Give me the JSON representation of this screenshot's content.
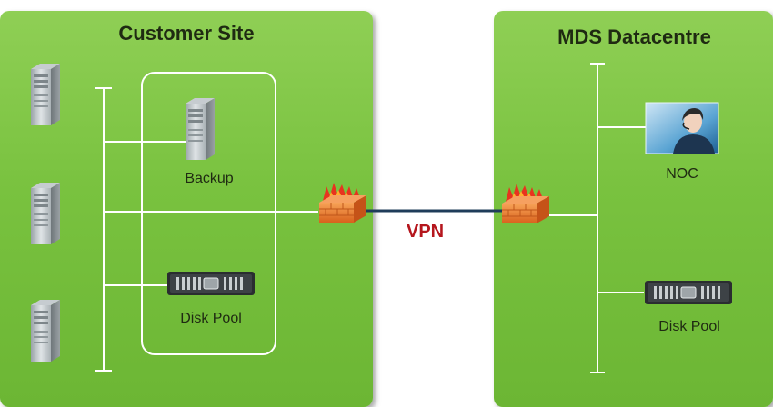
{
  "customer_site": {
    "title": "Customer Site",
    "backup_label": "Backup",
    "disk_pool_label": "Disk Pool"
  },
  "datacentre": {
    "title": "MDS Datacentre",
    "noc_label": "NOC",
    "disk_pool_label": "Disk Pool"
  },
  "link": {
    "label": "VPN"
  },
  "colors": {
    "panel_green": "#79c23f",
    "vpn_red": "#b5161d",
    "link_navy": "#1f3c5a"
  },
  "icons": [
    "server-icon",
    "disk-array-icon",
    "firewall-icon",
    "operator-icon"
  ]
}
